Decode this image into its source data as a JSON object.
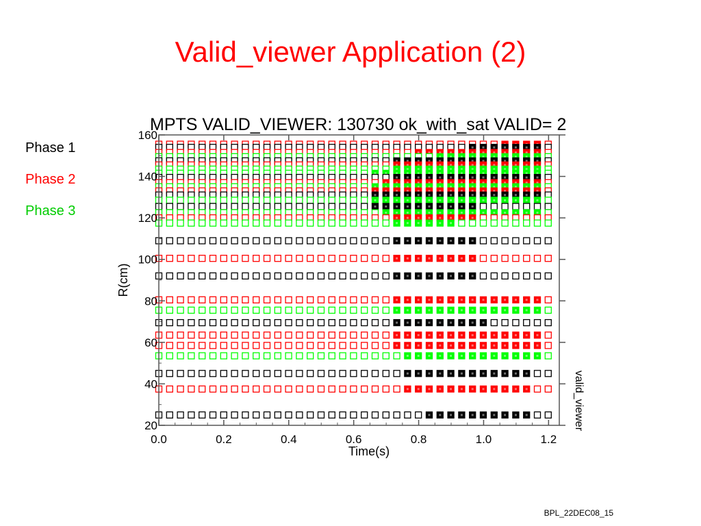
{
  "slide": {
    "title": "Valid_viewer Application (2)",
    "footer": "BPL_22DEC08_15",
    "legend": [
      {
        "label": "Phase 1",
        "color": "#000000"
      },
      {
        "label": "Phase 2",
        "color": "#ff0000"
      },
      {
        "label": "Phase 3",
        "color": "#00cc00"
      }
    ]
  },
  "chart_data": {
    "type": "scatter",
    "title": "MPTS VALID_VIEWER: 130730 ok_with_sat VALID= 2",
    "xlabel": "Time(s)",
    "ylabel": "R(cm)",
    "side_label": "valid_viewer",
    "xlim": [
      0.0,
      1.233
    ],
    "ylim": [
      20,
      160
    ],
    "xticks": [
      "0.0",
      "0.2",
      "0.4",
      "0.6",
      "0.8",
      "1.0",
      "1.2"
    ],
    "yticks": [
      "20",
      "40",
      "60",
      "80",
      "100",
      "120",
      "140",
      "160"
    ],
    "x_start": 0.0,
    "x_step": 0.0333,
    "x_count": 37,
    "marker": "open-square; filled = saturated",
    "colors": {
      "phase1": "#000000",
      "phase2": "#ff0000",
      "phase3": "#00ff00"
    },
    "series": [
      {
        "r": 155.5,
        "phase": "phase2",
        "filled_from": 1.06,
        "filled_to": 1.19
      },
      {
        "r": 154.0,
        "phase": "phase1",
        "filled_from": 0.96,
        "filled_to": 1.19
      },
      {
        "r": 151.5,
        "phase": "phase2",
        "filled_from": 0.78,
        "filled_to": 1.19
      },
      {
        "r": 149.5,
        "phase": "phase3",
        "filled_from": 0.85,
        "filled_to": 1.19
      },
      {
        "r": 147.5,
        "phase": "phase1",
        "filled_from": 0.72,
        "filled_to": 1.19
      },
      {
        "r": 145.5,
        "phase": "phase2",
        "filled_from": 0.7,
        "filled_to": 1.19
      },
      {
        "r": 143.5,
        "phase": "phase3",
        "filled_from": 0.7,
        "filled_to": 1.19
      },
      {
        "r": 141.5,
        "phase": "phase3",
        "filled_from": 0.66,
        "filled_to": 1.19
      },
      {
        "r": 139.5,
        "phase": "phase1",
        "filled_from": 0.7,
        "filled_to": 1.19
      },
      {
        "r": 137.0,
        "phase": "phase2",
        "filled_from": 0.68,
        "filled_to": 1.19
      },
      {
        "r": 135.0,
        "phase": "phase3",
        "filled_from": 0.66,
        "filled_to": 1.19
      },
      {
        "r": 133.0,
        "phase": "phase2",
        "filled_from": 0.66,
        "filled_to": 1.19
      },
      {
        "r": 131.0,
        "phase": "phase1",
        "filled_from": 0.64,
        "filled_to": 1.19
      },
      {
        "r": 128.5,
        "phase": "phase3",
        "filled_from": 0.66,
        "filled_to": 1.19
      },
      {
        "r": 125.5,
        "phase": "phase1",
        "filled_from": 0.64,
        "filled_to": 0.99
      },
      {
        "r": 122.5,
        "phase": "phase3",
        "filled_from": 0.68,
        "filled_to": 1.19
      },
      {
        "r": 120.0,
        "phase": "phase2",
        "filled_from": 0.7,
        "filled_to": 0.98
      },
      {
        "r": 117.5,
        "phase": "phase3",
        "filled_from": 0.7,
        "filled_to": 0.92
      },
      {
        "r": 109.0,
        "phase": "phase1",
        "filled_from": 0.7,
        "filled_to": 0.99
      },
      {
        "r": 100.5,
        "phase": "phase2",
        "filled_from": 0.7,
        "filled_to": 0.99
      },
      {
        "r": 92.0,
        "phase": "phase1",
        "filled_from": 0.7,
        "filled_to": 0.99
      },
      {
        "r": 80.5,
        "phase": "phase2",
        "filled_from": 0.7,
        "filled_to": 1.19
      },
      {
        "r": 75.5,
        "phase": "phase3",
        "filled_from": 0.7,
        "filled_to": 1.19
      },
      {
        "r": 69.5,
        "phase": "phase1",
        "filled_from": 0.7,
        "filled_to": 1.03
      },
      {
        "r": 63.5,
        "phase": "phase2",
        "filled_from": 0.7,
        "filled_to": 1.19
      },
      {
        "r": 58.5,
        "phase": "phase2",
        "filled_from": 0.7,
        "filled_to": 1.19
      },
      {
        "r": 53.5,
        "phase": "phase3",
        "filled_from": 0.74,
        "filled_to": 1.19
      },
      {
        "r": 45.0,
        "phase": "phase1",
        "filled_from": 0.76,
        "filled_to": 1.16
      },
      {
        "r": 37.5,
        "phase": "phase2",
        "filled_from": 0.76,
        "filled_to": 1.16
      },
      {
        "r": 25.0,
        "phase": "phase1",
        "filled_from": 0.8,
        "filled_to": 1.16
      }
    ]
  }
}
